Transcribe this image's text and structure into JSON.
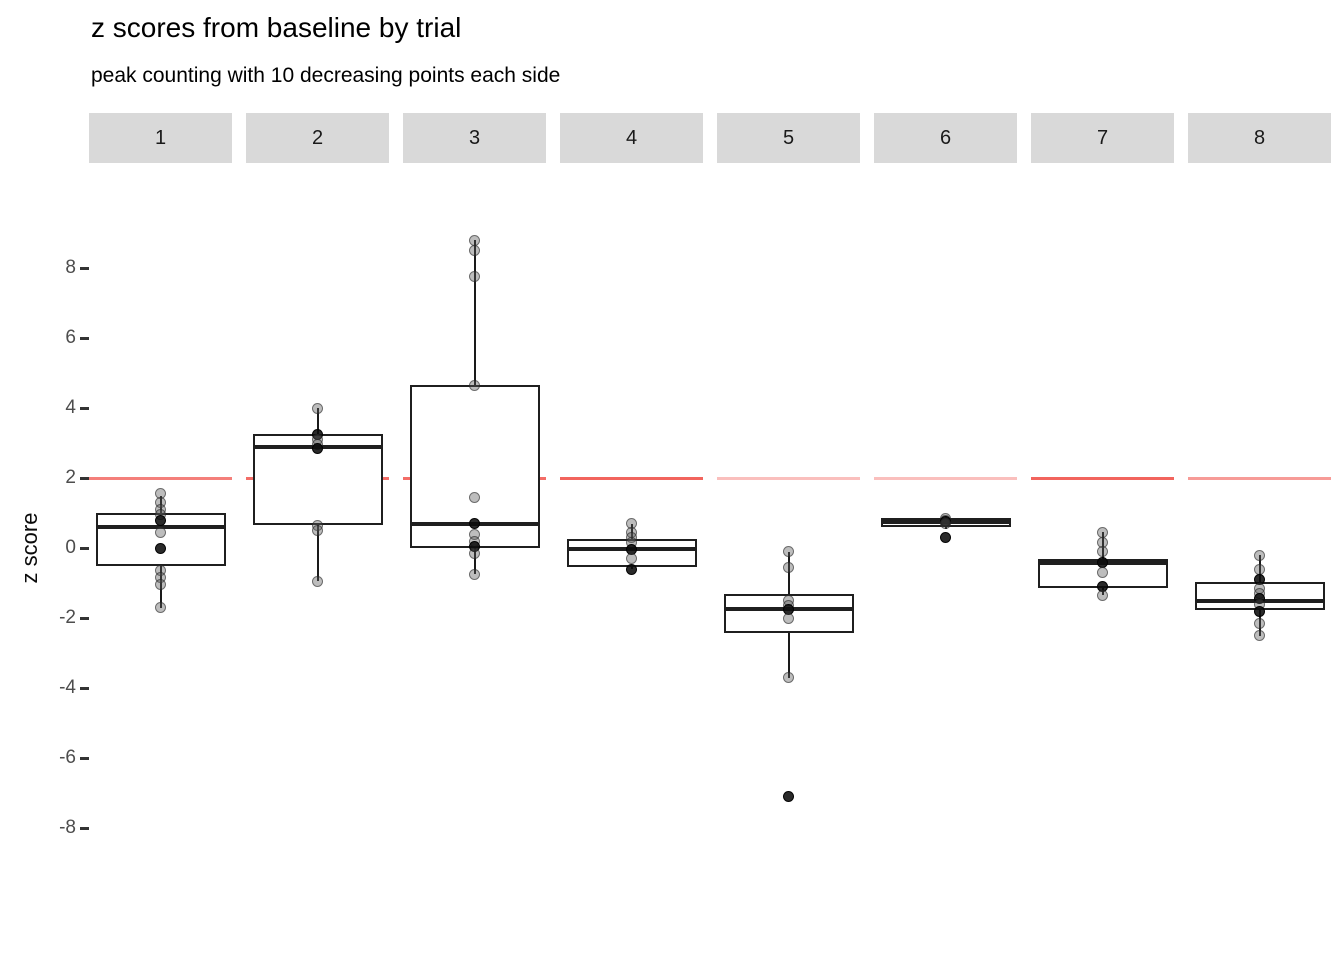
{
  "chart_data": {
    "type": "boxplot",
    "title": "z scores from baseline by trial",
    "subtitle": "peak counting with 10 decreasing points each side",
    "ylabel": "z score",
    "xlabel": "",
    "ylim": [
      -9,
      10
    ],
    "y_ticks": [
      8,
      6,
      4,
      2,
      0,
      -2,
      -4,
      -6,
      -8
    ],
    "grid": "off",
    "legend": "none",
    "strip_bg_color": "#d9d9d9",
    "refline": {
      "y": 2,
      "color_rgb": "240,73,65",
      "style": "solid"
    },
    "facets": [
      {
        "label": "1",
        "refline_alpha": 0.7,
        "box": {
          "lo": -1.7,
          "q1": -0.5,
          "median": 0.6,
          "q3": 1.0,
          "hi": 1.5
        },
        "points": [
          {
            "z": 1.55
          },
          {
            "z": 1.3
          },
          {
            "z": 1.1
          },
          {
            "z": 0.95
          },
          {
            "z": 0.8,
            "dark": true
          },
          {
            "z": 0.45
          },
          {
            "z": 0.0,
            "dark": true
          },
          {
            "z": -0.65
          },
          {
            "z": -0.85
          },
          {
            "z": -1.05
          },
          {
            "z": -1.7
          }
        ]
      },
      {
        "label": "2",
        "refline_alpha": 0.8,
        "box": {
          "lo": -0.95,
          "q1": 0.65,
          "median": 2.9,
          "q3": 3.25,
          "hi": 4.0
        },
        "points": [
          {
            "z": 4.0
          },
          {
            "z": 3.25,
            "dark": true
          },
          {
            "z": 3.1
          },
          {
            "z": 2.95
          },
          {
            "z": 2.85,
            "dark": true
          },
          {
            "z": 0.65
          },
          {
            "z": 0.5
          },
          {
            "z": -0.95
          }
        ]
      },
      {
        "label": "3",
        "refline_alpha": 0.8,
        "box": {
          "lo": -0.75,
          "q1": 0.0,
          "median": 0.7,
          "q3": 4.65,
          "hi": 8.8
        },
        "points": [
          {
            "z": 8.8
          },
          {
            "z": 8.5
          },
          {
            "z": 7.75
          },
          {
            "z": 4.65
          },
          {
            "z": 1.45
          },
          {
            "z": 0.7,
            "dark": true
          },
          {
            "z": 0.4
          },
          {
            "z": 0.2
          },
          {
            "z": 0.05,
            "dark": true
          },
          {
            "z": -0.15
          },
          {
            "z": -0.75
          }
        ]
      },
      {
        "label": "4",
        "refline_alpha": 0.85,
        "box": {
          "lo": -0.6,
          "q1": -0.55,
          "median": -0.03,
          "q3": 0.25,
          "hi": 0.7
        },
        "points": [
          {
            "z": 0.7
          },
          {
            "z": 0.45
          },
          {
            "z": 0.3
          },
          {
            "z": 0.15
          },
          {
            "z": -0.05,
            "dark": true
          },
          {
            "z": -0.3
          },
          {
            "z": -0.6,
            "dark": true
          }
        ]
      },
      {
        "label": "5",
        "refline_alpha": 0.35,
        "box": {
          "lo": -3.7,
          "q1": -2.43,
          "median": -1.75,
          "q3": -1.3,
          "hi": -0.1
        },
        "points": [
          {
            "z": -0.1
          },
          {
            "z": -0.55
          },
          {
            "z": -1.5
          },
          {
            "z": -1.65
          },
          {
            "z": -1.75,
            "dark": true
          },
          {
            "z": -2.0
          },
          {
            "z": -3.7
          },
          {
            "z": -7.1,
            "dark": true
          }
        ]
      },
      {
        "label": "6",
        "refline_alpha": 0.35,
        "box": {
          "lo": 0.55,
          "q1": 0.6,
          "median": 0.73,
          "q3": 0.87,
          "hi": 0.92
        },
        "points": [
          {
            "z": 0.85
          },
          {
            "z": 0.78
          },
          {
            "z": 0.75,
            "dark": true
          },
          {
            "z": 0.7
          },
          {
            "z": 0.3,
            "dark": true
          }
        ]
      },
      {
        "label": "7",
        "refline_alpha": 0.85,
        "box": {
          "lo": -1.35,
          "q1": -1.15,
          "median": -0.42,
          "q3": -0.3,
          "hi": 0.45
        },
        "points": [
          {
            "z": 0.45
          },
          {
            "z": 0.15
          },
          {
            "z": -0.1
          },
          {
            "z": -0.42,
            "dark": true
          },
          {
            "z": -0.7
          },
          {
            "z": -1.1,
            "dark": true
          },
          {
            "z": -1.35
          }
        ]
      },
      {
        "label": "8",
        "refline_alpha": 0.55,
        "box": {
          "lo": -2.5,
          "q1": -1.78,
          "median": -1.5,
          "q3": -0.97,
          "hi": -0.2
        },
        "points": [
          {
            "z": -0.2
          },
          {
            "z": -0.6
          },
          {
            "z": -0.9,
            "dark": true
          },
          {
            "z": -1.15
          },
          {
            "z": -1.3
          },
          {
            "z": -1.45,
            "dark": true
          },
          {
            "z": -1.6
          },
          {
            "z": -1.8,
            "dark": true
          },
          {
            "z": -2.15
          },
          {
            "z": -2.5
          }
        ]
      }
    ]
  }
}
